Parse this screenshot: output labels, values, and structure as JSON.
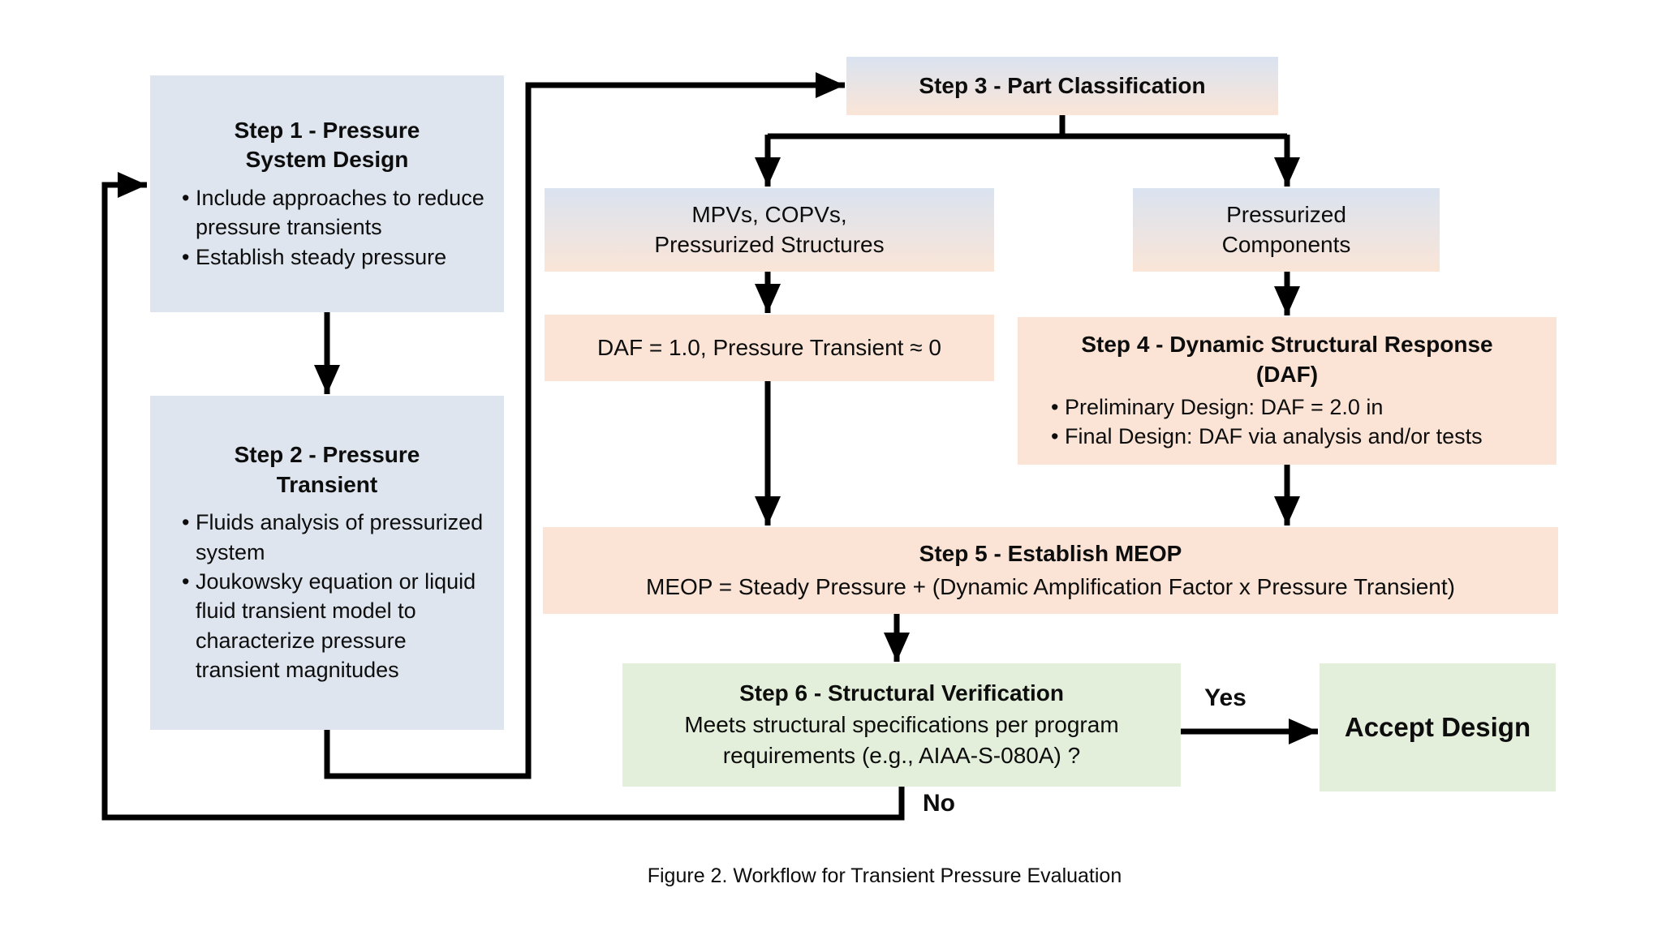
{
  "figure": {
    "caption": "Figure 2. Workflow for Transient Pressure Evaluation"
  },
  "colors": {
    "blue_box": "#dee5ee",
    "peach_box": "#fbe4d6",
    "green_box": "#e3efda",
    "grad_top": "#dae3f0",
    "grad_bottom": "#fae5d7",
    "line": "#000000",
    "text": "#0d0d0d"
  },
  "boxes": {
    "step1": {
      "title": "Step 1 - Pressure\nSystem Design",
      "bullets": [
        "Include approaches to reduce pressure transients",
        "Establish steady pressure"
      ]
    },
    "step2": {
      "title": "Step 2 - Pressure\nTransient",
      "bullets": [
        "Fluids analysis of pressurized system",
        "Joukowsky equation or liquid fluid transient model to characterize pressure transient magnitudes"
      ]
    },
    "step3": {
      "title": "Step 3 - Part Classification"
    },
    "branch_left": {
      "label": "MPVs, COPVs,\nPressurized Structures"
    },
    "branch_right": {
      "label": "Pressurized\nComponents"
    },
    "daf_rule": {
      "label": "DAF = 1.0, Pressure Transient ≈ 0"
    },
    "step4": {
      "title": "Step 4 - Dynamic Structural Response\n(DAF)",
      "bullets": [
        "Preliminary Design: DAF = 2.0 in",
        "Final Design: DAF via analysis and/or tests"
      ]
    },
    "step5": {
      "title": "Step 5 - Establish MEOP",
      "formula": "MEOP = Steady Pressure + (Dynamic Amplification Factor x Pressure Transient)"
    },
    "step6": {
      "title": "Step 6 - Structural Verification",
      "body": "Meets structural specifications per program\nrequirements (e.g., AIAA-S-080A) ?"
    },
    "accept": {
      "label": "Accept Design"
    }
  },
  "labels": {
    "yes": "Yes",
    "no": "No"
  }
}
